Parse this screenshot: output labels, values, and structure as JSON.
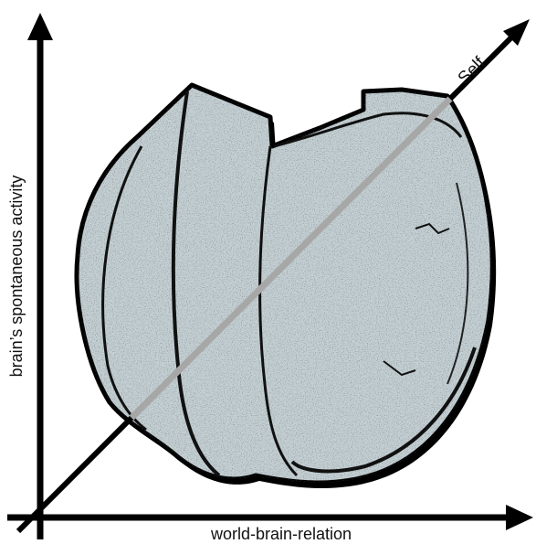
{
  "diagram": {
    "axes": {
      "x_label": "world-brain-relation",
      "y_label": "brain’s spontaneous activity",
      "diagonal_label": "Self"
    },
    "colors": {
      "axis": "#000000",
      "diagonal": "#a7a7a7",
      "sculpture_fill": "#c3cfd3",
      "sculpture_outline": "#000000",
      "speckle": "#1a1a1a"
    },
    "sculpture": {
      "icon": "stone-sculpture-shape"
    }
  }
}
